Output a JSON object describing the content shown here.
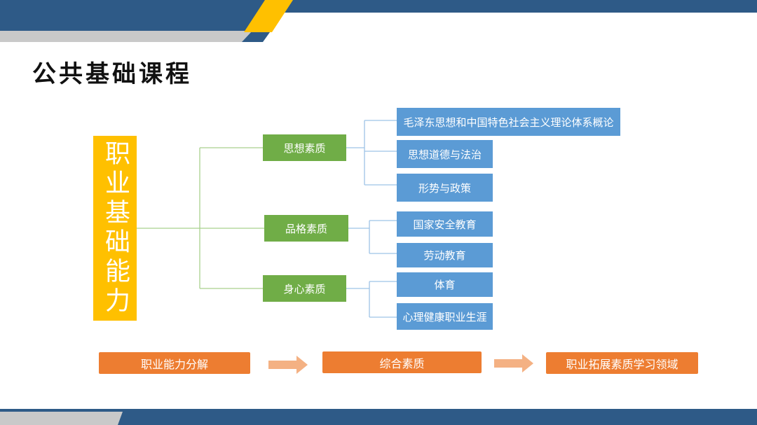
{
  "title": "公共基础课程",
  "root": "职业基础能力",
  "categories": [
    {
      "label": "思想素质",
      "items": [
        "毛泽东思想和中国特色社会主义理论体系概论",
        "思想道德与法治",
        "形势与政策"
      ]
    },
    {
      "label": "品格素质",
      "items": [
        "国家安全教育",
        "劳动教育"
      ]
    },
    {
      "label": "身心素质",
      "items": [
        "体育",
        "心理健康职业生涯"
      ]
    }
  ],
  "flow": [
    "职业能力分解",
    "综合素质",
    "职业拓展素质学习领域"
  ],
  "colors": {
    "banner": "#2E5A87",
    "accent": "#FFC000",
    "category": "#70AD47",
    "item": "#5B9BD5",
    "flow": "#ED7D31",
    "arrow": "#F4B183"
  }
}
